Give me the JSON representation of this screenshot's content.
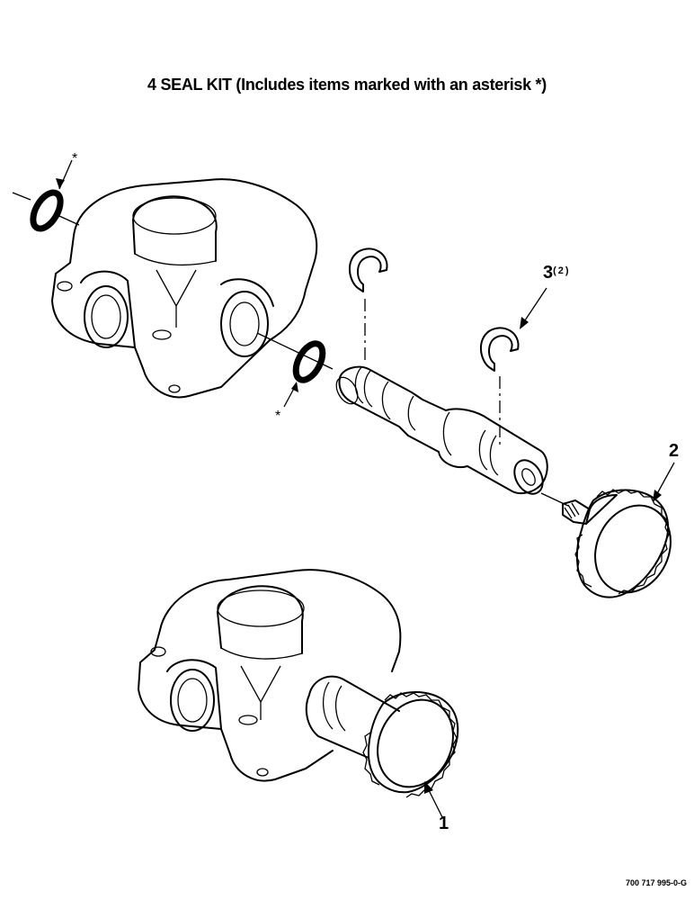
{
  "title": "4 SEAL KIT (Includes items marked with an asterisk *)",
  "callouts": {
    "item1": "1",
    "item2": "2",
    "item3": "3",
    "item3_qty": "(2)",
    "asterisk_top": "*",
    "asterisk_mid": "*"
  },
  "document_number": "700 717 995-0-G"
}
